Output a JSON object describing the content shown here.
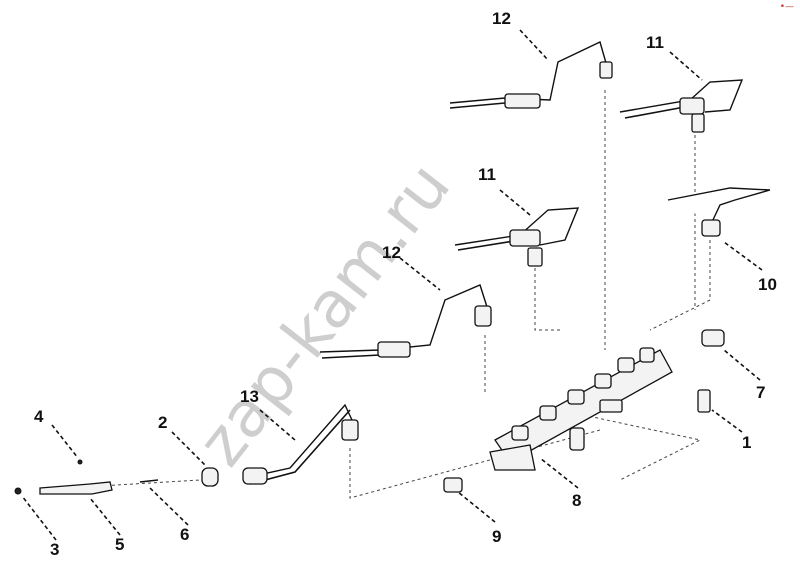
{
  "callouts": {
    "c1": "1",
    "c2": "2",
    "c3": "3",
    "c4": "4",
    "c5": "5",
    "c6": "6",
    "c7": "7",
    "c8": "8",
    "c9": "9",
    "c10": "10",
    "c11a": "11",
    "c11b": "11",
    "c12a": "12",
    "c12b": "12",
    "c13": "13"
  },
  "watermark": "zap-kam.ru",
  "corner_mark": "•—"
}
